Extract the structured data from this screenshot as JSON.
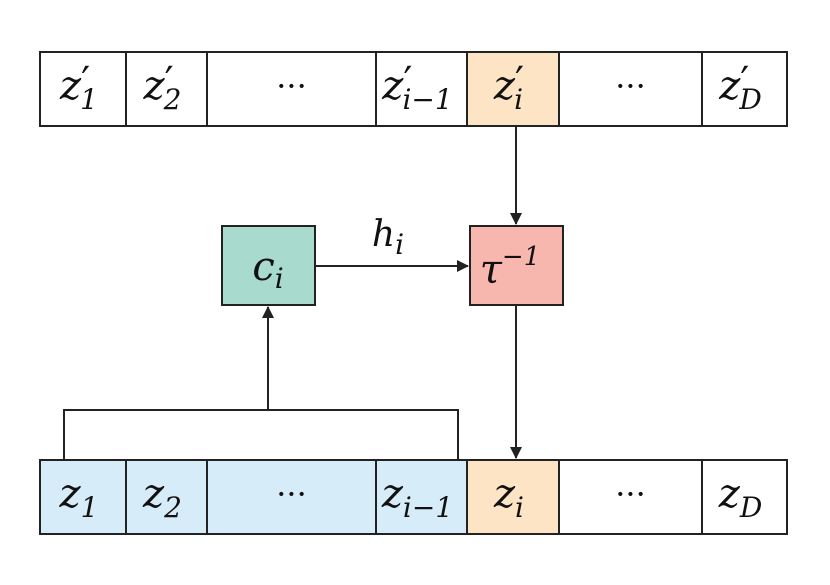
{
  "colors": {
    "white": "#ffffff",
    "orange": "#fde4c4",
    "teal": "#a8dbcd",
    "salmon": "#f7b7ae",
    "lightblue": "#d6ecf8",
    "stroke": "#222222"
  },
  "top_row": {
    "cells": [
      {
        "base": "z",
        "prime": "′",
        "sub": "1",
        "fill": "white"
      },
      {
        "base": "z",
        "prime": "′",
        "sub": "2",
        "fill": "white"
      },
      {
        "dots": "···",
        "fill": "white"
      },
      {
        "base": "z",
        "prime": "′",
        "sub": "i−1",
        "fill": "white"
      },
      {
        "base": "z",
        "prime": "′",
        "sub": "i",
        "fill": "orange"
      },
      {
        "dots": "···",
        "fill": "white"
      },
      {
        "base": "z",
        "prime": "′",
        "sub": "D",
        "fill": "white"
      }
    ]
  },
  "bottom_row": {
    "cells": [
      {
        "base": "z",
        "sub": "1",
        "fill": "lightblue"
      },
      {
        "base": "z",
        "sub": "2",
        "fill": "lightblue"
      },
      {
        "dots": "···",
        "fill": "lightblue"
      },
      {
        "base": "z",
        "sub": "i−1",
        "fill": "lightblue"
      },
      {
        "base": "z",
        "sub": "i",
        "fill": "orange"
      },
      {
        "dots": "···",
        "fill": "white"
      },
      {
        "base": "z",
        "sub": "D",
        "fill": "white"
      }
    ]
  },
  "conditioner": {
    "base": "c",
    "sub": "i",
    "fill": "teal"
  },
  "inverse_transform": {
    "base": "τ",
    "sup": "−1",
    "fill": "salmon"
  },
  "edge_label": {
    "base": "h",
    "sub": "i"
  }
}
